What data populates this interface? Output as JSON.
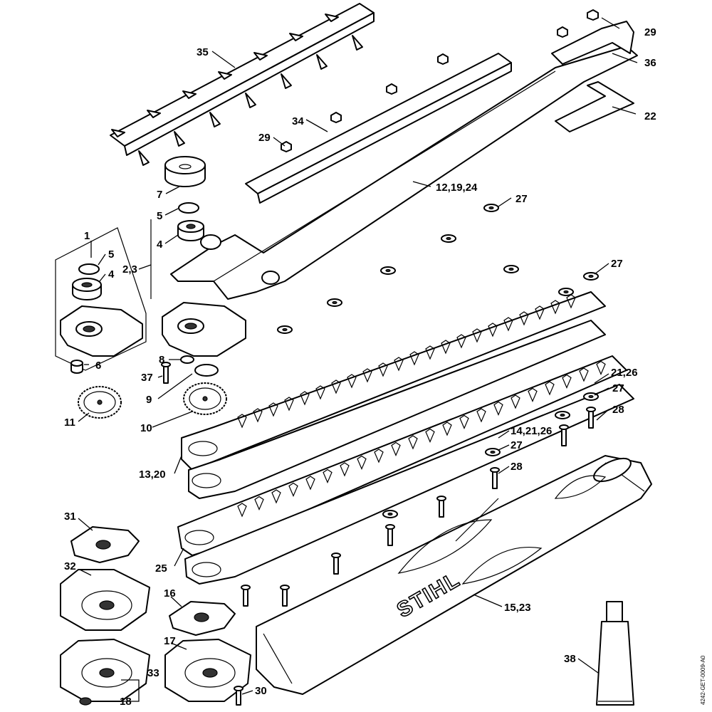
{
  "drawing_code": "4242-GET-0009-A0",
  "brand_text": "STIHL",
  "labels": {
    "l35": "35",
    "l29a": "29",
    "l36": "36",
    "l22": "22",
    "l34": "34",
    "l29b": "29",
    "l12": "12,19,24",
    "l27a": "27",
    "l7": "7",
    "l5a": "5",
    "l4a": "4",
    "l23": "2,3",
    "l1": "1",
    "l5b": "5",
    "l4b": "4",
    "l6": "6",
    "l27b": "27",
    "l8": "8",
    "l37": "37",
    "l9": "9",
    "l11": "11",
    "l10": "10",
    "l2126": "21,26",
    "l27c": "27",
    "l28a": "28",
    "l142126": "14,21,26",
    "l27d": "27",
    "l28b": "28",
    "l1320": "13,20",
    "l31": "31",
    "l25": "25",
    "l32": "32",
    "l16": "16",
    "l1523": "15,23",
    "l17": "17",
    "l38": "38",
    "l33": "33",
    "l18": "18",
    "l30": "30"
  }
}
